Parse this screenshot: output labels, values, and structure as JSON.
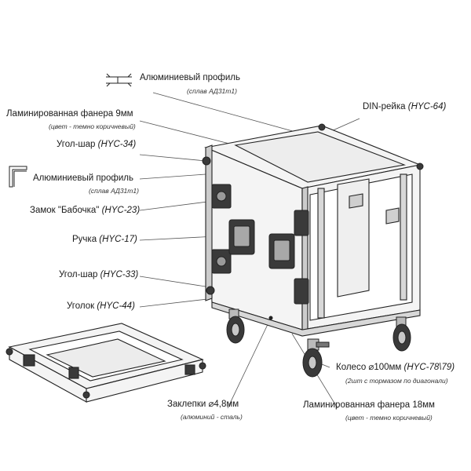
{
  "labels": {
    "alu_profile_top": {
      "main": "Алюминиевый профиль",
      "sub": "(сплав АД31т1)"
    },
    "plywood_9mm": {
      "main": "Ламинированная фанера 9мм",
      "sub": "(цвет - темно коричневый)"
    },
    "corner_ball_34": {
      "main": "Угол-шар",
      "code": "(HYC-34)"
    },
    "alu_profile_side": {
      "main": "Алюминиевый профиль",
      "sub": "(сплав АД31т1)"
    },
    "butterfly_lock": {
      "main": "Замок \"Бабочка\"",
      "code": "(HYC-23)"
    },
    "handle": {
      "main": "Ручка",
      "code": "(HYC-17)"
    },
    "corner_ball_33": {
      "main": "Угол-шар",
      "code": "(HYC-33)"
    },
    "corner_44": {
      "main": "Уголок",
      "code": "(HYC-44)"
    },
    "rivets": {
      "main": "Заклепки ⌀4,8мм",
      "sub": "(алюминий - сталь)"
    },
    "din_rail": {
      "main": "DIN-рейка",
      "code": "(HYC-64)"
    },
    "wheel": {
      "main": "Колесо ⌀100мм",
      "code": "(HYC-78\\79)",
      "sub": "(2шт с тормазом по диагонали)"
    },
    "plywood_18mm": {
      "main": "Ламинированная фанера 18мм",
      "sub": "(цвет - темно коричневый)"
    }
  },
  "colors": {
    "line": "#222222",
    "leader": "#555555",
    "face": "#f4f4f4",
    "dark": "#3a3a3a",
    "hole": "#bdbdbd"
  }
}
